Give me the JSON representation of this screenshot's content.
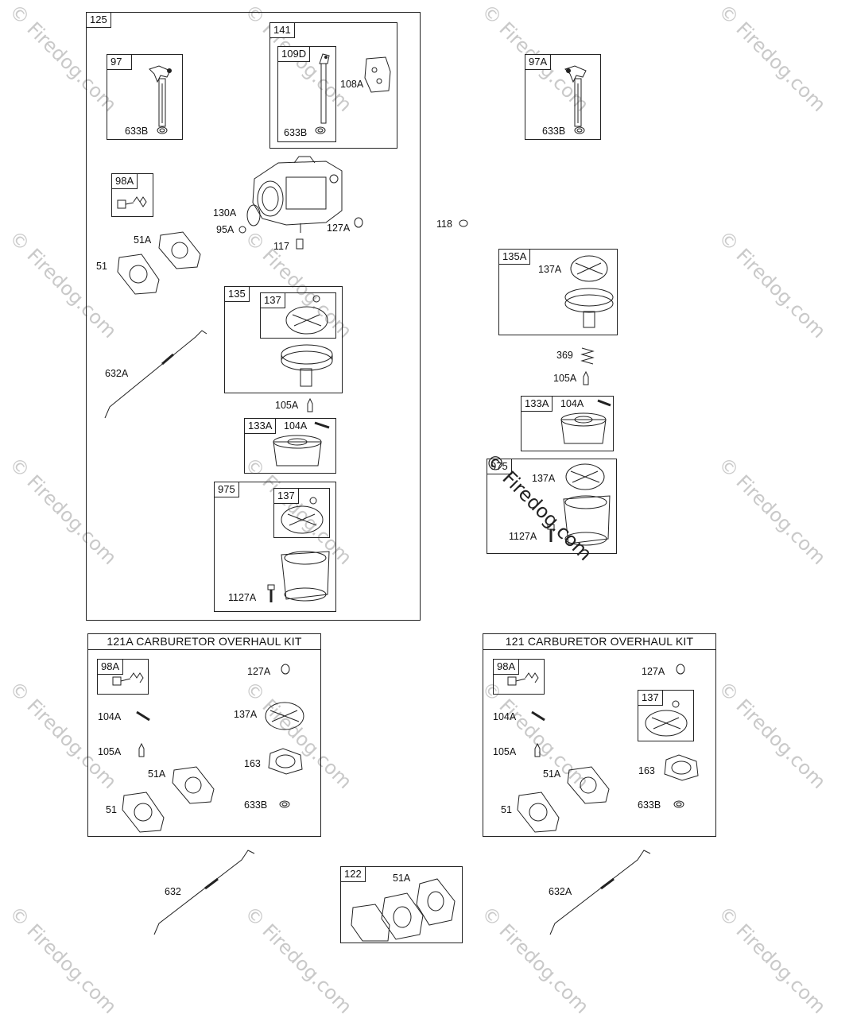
{
  "watermark": "© Firedog.com",
  "groups": {
    "g125": "125",
    "g141": "141",
    "g109d": "109D",
    "g97": "97",
    "g97a": "97A",
    "g98a": "98A",
    "g135": "135",
    "g137a_in135": "137",
    "g133a_left": "133A",
    "g975": "975",
    "g137_in975": "137",
    "g135a": "135A",
    "g133a_right": "133A",
    "g975_right": "975",
    "kit121a_tag": "98A",
    "kit121_tag": "98A",
    "kit121_137": "137",
    "g122": "122"
  },
  "kits": {
    "left_title": "121A CARBURETOR OVERHAUL KIT",
    "right_title": "121 CARBURETOR OVERHAUL KIT"
  },
  "labels": {
    "l633b_97": "633B",
    "l633b_109d": "633B",
    "l108a": "108A",
    "l633b_97a": "633B",
    "l130a": "130A",
    "l95a": "95A",
    "l117": "117",
    "l127a": "127A",
    "l51a": "51A",
    "l51": "51",
    "l118": "118",
    "l137a_135a": "137A",
    "l632a": "632A",
    "l105a_left": "105A",
    "l104a_left": "104A",
    "l1127a_left": "1127A",
    "l369": "369",
    "l105a_right": "105A",
    "l104a_right": "104A",
    "l137a_975r": "137A",
    "l1127a_right": "1127A",
    "k1_127a": "127A",
    "k1_104a": "104A",
    "k1_137a": "137A",
    "k1_105a": "105A",
    "k1_163": "163",
    "k1_51a": "51A",
    "k1_51": "51",
    "k1_633b": "633B",
    "k2_127a": "127A",
    "k2_104a": "104A",
    "k2_105a": "105A",
    "k2_163": "163",
    "k2_51a": "51A",
    "k2_51": "51",
    "k2_633b": "633B",
    "b_632": "632",
    "b_51a": "51A",
    "b_632a": "632A"
  }
}
